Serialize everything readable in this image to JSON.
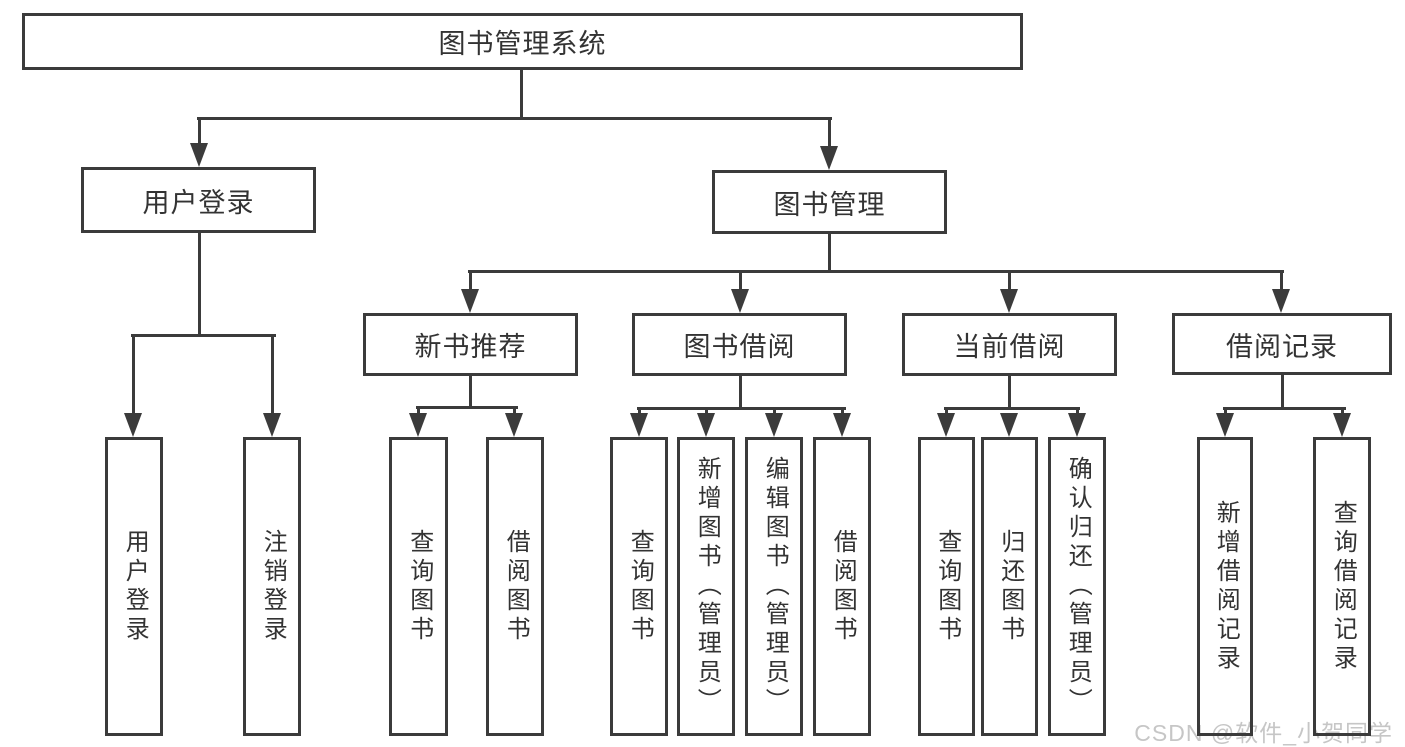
{
  "watermark": {
    "text": "CSDN @软件_小贺同学"
  },
  "colors": {
    "line": "#3b3b3b",
    "box_border": "#3b3b3b",
    "text": "#333333",
    "background": "#ffffff",
    "watermark": "#c6c6c6"
  },
  "diagram": {
    "type": "tree",
    "title": "图书管理系统",
    "root": {
      "label": "图书管理系统",
      "children": [
        {
          "label": "用户登录",
          "children": [
            {
              "label": "用户登录"
            },
            {
              "label": "注销登录"
            }
          ]
        },
        {
          "label": "图书管理",
          "children": [
            {
              "label": "新书推荐",
              "children": [
                {
                  "label": "查询图书"
                },
                {
                  "label": "借阅图书"
                }
              ]
            },
            {
              "label": "图书借阅",
              "children": [
                {
                  "label": "查询图书"
                },
                {
                  "label": "新增图书（管理员）"
                },
                {
                  "label": "编辑图书（管理员）"
                },
                {
                  "label": "借阅图书"
                }
              ]
            },
            {
              "label": "当前借阅",
              "children": [
                {
                  "label": "查询图书"
                },
                {
                  "label": "归还图书"
                },
                {
                  "label": "确认归还（管理员）"
                }
              ]
            },
            {
              "label": "借阅记录",
              "children": [
                {
                  "label": "新增借阅记录"
                },
                {
                  "label": "查询借阅记录"
                }
              ]
            }
          ]
        }
      ]
    }
  }
}
